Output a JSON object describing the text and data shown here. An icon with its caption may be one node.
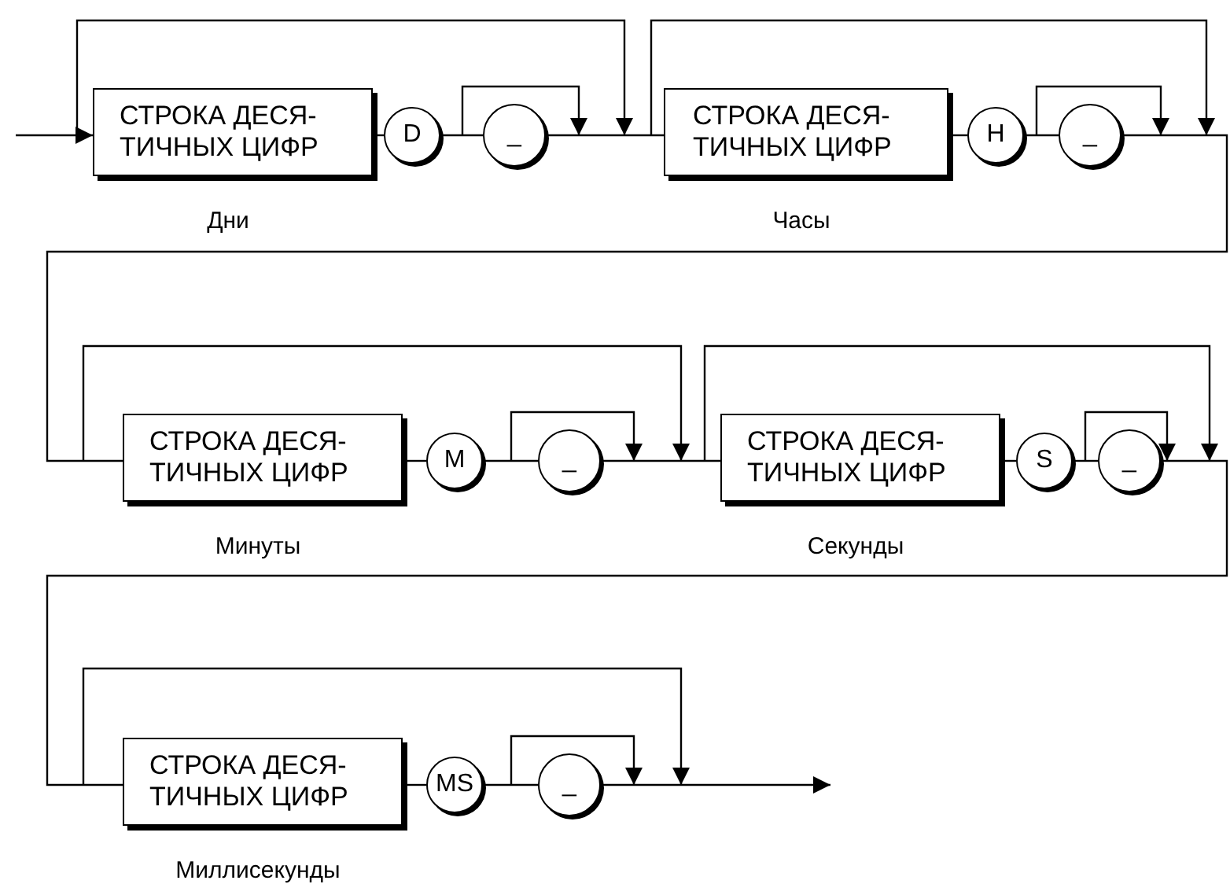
{
  "diagram": {
    "nodes": [
      {
        "text": [
          "СТРОКА ДЕСЯ- ТИЧНЫХ ЦИФР"
        ],
        "beside": [
          "Дни"
        ]
      },
      {
        "text": [
          "D"
        ]
      },
      {
        "text": [
          "_"
        ]
      },
      {
        "text": [
          "СТРОКА ДЕСЯ- ТИЧНЫХ ЦИФР"
        ],
        "beside": [
          "Часы"
        ]
      },
      {
        "text": [
          "H"
        ]
      },
      {
        "text": [
          "_"
        ]
      },
      {
        "text": [
          "СТРОКА ДЕСЯ- ТИЧНЫХ ЦИФР"
        ],
        "beside": [
          "Минуты"
        ]
      },
      {
        "text": [
          "M"
        ]
      },
      {
        "text": [
          "_"
        ]
      },
      {
        "text": [
          "СТРОКА ДЕСЯ- ТИЧНЫХ ЦИФР"
        ],
        "beside": [
          "Секунды"
        ]
      },
      {
        "text": [
          "S"
        ]
      },
      {
        "text": [
          "_"
        ]
      },
      {
        "text": [
          "СТРОКА ДЕСЯ- ТИЧНЫХ ЦИФР"
        ],
        "beside": [
          "Миллисекунды"
        ]
      },
      {
        "text": [
          "MS"
        ]
      },
      {
        "text": [
          "_"
        ]
      }
    ],
    "edges": [
      {
        "from": null,
        "to": 0,
        "arrow": "to"
      },
      {
        "from": 0,
        "to": 1,
        "arrow": "none"
      },
      {
        "from": 1,
        "to": 2,
        "arrow": "none"
      },
      {
        "from": 2,
        "to": 3,
        "arrow": "none"
      },
      {
        "from": 3,
        "to": 4,
        "arrow": "none"
      },
      {
        "from": 4,
        "to": 5,
        "arrow": "none"
      },
      {
        "from": 5,
        "to": 6,
        "arrow": "none"
      },
      {
        "from": 6,
        "to": 7,
        "arrow": "none"
      },
      {
        "from": 7,
        "to": 8,
        "arrow": "none"
      },
      {
        "from": 8,
        "to": 9,
        "arrow": "none"
      },
      {
        "from": 9,
        "to": 10,
        "arrow": "none"
      },
      {
        "from": 10,
        "to": 11,
        "arrow": "none"
      },
      {
        "from": 11,
        "to": 12,
        "arrow": "none"
      },
      {
        "from": 12,
        "to": 13,
        "arrow": "none"
      },
      {
        "from": 13,
        "to": 14,
        "arrow": "none"
      },
      {
        "from": 14,
        "to": null,
        "arrow": "to"
      }
    ]
  }
}
